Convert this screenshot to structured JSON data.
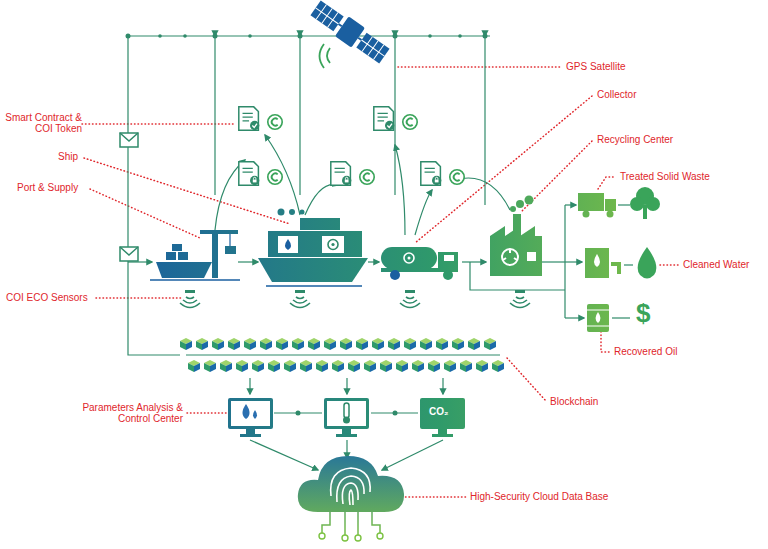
{
  "diagram": {
    "labels": [
      "GPS Satellite",
      "Smart Contract & COI Token",
      "Collector",
      "Recycling Center",
      "Ship",
      "Port & Supply",
      "Treated Solid Waste",
      "Cleaned Water",
      "COI ECO Sensors",
      "Recovered Oil",
      "Blockchain",
      "Parameters Analysis & Control Center",
      "High-Security Cloud Data Base",
      "CO₂",
      "$"
    ]
  }
}
